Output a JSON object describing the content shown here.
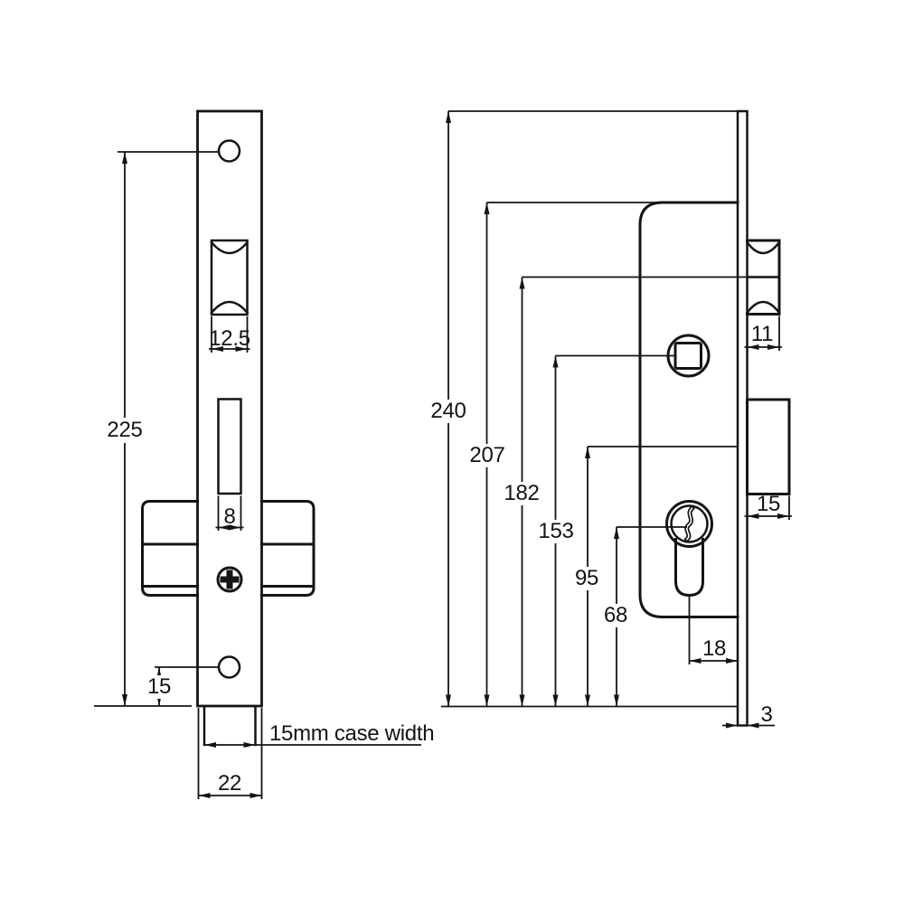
{
  "drawing": {
    "type": "mortice-lock-technical-drawing",
    "line_color": "#141414",
    "background_color": "#ffffff"
  },
  "front_view": {
    "label_225": "225",
    "label_15": "15",
    "label_12_5": "12.5",
    "label_8": "8",
    "label_22": "22",
    "case_width_note": "15mm case width"
  },
  "side_view": {
    "label_240": "240",
    "label_207": "207",
    "label_182": "182",
    "label_153": "153",
    "label_95": "95",
    "label_68": "68",
    "label_11": "11",
    "label_15": "15",
    "label_18": "18",
    "label_3": "3"
  }
}
